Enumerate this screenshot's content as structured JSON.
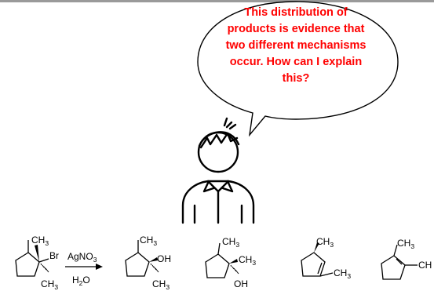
{
  "speech_bubble": {
    "lines": [
      "This distribution of",
      "products is evidence that",
      "two different mechanisms",
      "occur. How can I explain",
      "this?"
    ],
    "text_color": "#ff0000"
  },
  "character": {
    "icon": "thinking-person-icon"
  },
  "reaction": {
    "reactant": {
      "top_group": "CH3",
      "side_group": "Br",
      "bottom_group": "CH3"
    },
    "reagent_above": "AgNO3",
    "reagent_below": "H2O",
    "products": [
      {
        "top_group": "CH3",
        "side_group": "OH",
        "bottom_group": "CH3"
      },
      {
        "top_group": "CH3",
        "side_group": "CH3",
        "bottom_group": "OH"
      },
      {
        "top_group": "CH3",
        "side_group": "CH3"
      },
      {
        "top_group": "CH3",
        "side_group": "CH"
      }
    ]
  }
}
